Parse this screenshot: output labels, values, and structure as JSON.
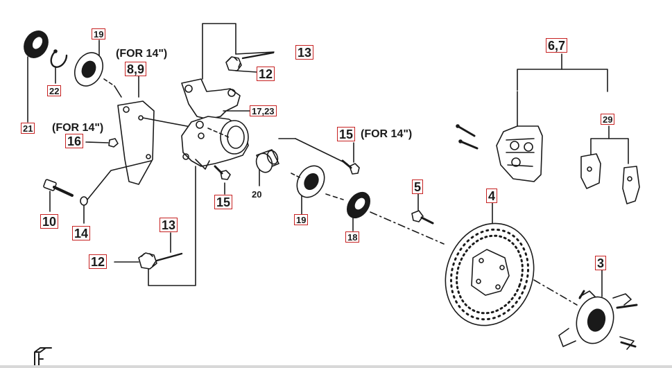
{
  "callouts": {
    "c19_top": "19",
    "c22": "22",
    "c21": "21",
    "c89": "8,9",
    "c16": "16",
    "c10": "10",
    "c14": "14",
    "c13_top": "13",
    "c12_top": "12",
    "c1723": "17,23",
    "c15_right": "15",
    "c15_low": "15",
    "c20": "20",
    "c19_mid": "19",
    "c18": "18",
    "c13_bot": "13",
    "c12_bot": "12",
    "c5": "5",
    "c4": "4",
    "c67": "6,7",
    "c29": "29",
    "c3": "3"
  },
  "notes": {
    "for14_a": "(FOR 14\")",
    "for14_b": "(FOR 14\")",
    "for14_c": "(FOR 14\")"
  },
  "corner_icon": "front-direction-icon"
}
